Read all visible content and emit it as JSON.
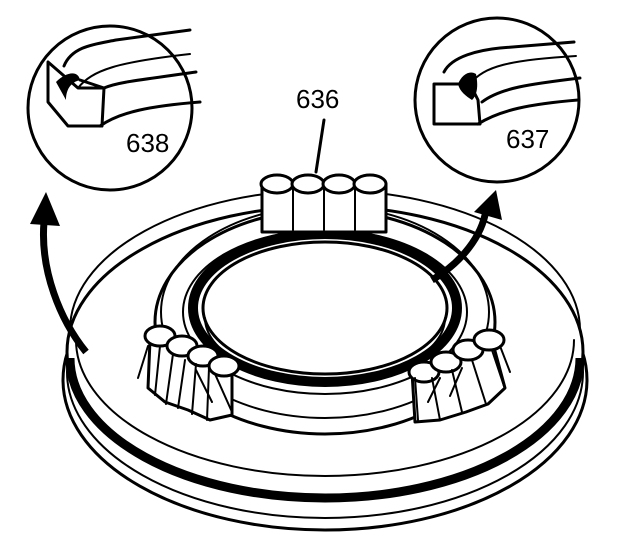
{
  "diagram": {
    "labels": {
      "spring_pack": "636",
      "detail_left": "638",
      "detail_right": "637"
    },
    "colors": {
      "line": "#000000",
      "background": "#ffffff"
    }
  }
}
